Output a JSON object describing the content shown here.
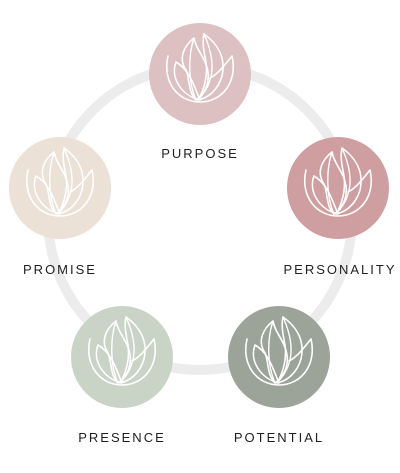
{
  "diagram": {
    "ring_color": "#ececec",
    "icon": "flame-lotus-icon",
    "nodes": [
      {
        "id": "purpose",
        "label": "PURPOSE",
        "color": "#dcc0c2"
      },
      {
        "id": "personality",
        "label": "PERSONALITY",
        "color": "#cf9ea0"
      },
      {
        "id": "potential",
        "label": "POTENTIAL",
        "color": "#9ca49a"
      },
      {
        "id": "presence",
        "label": "PRESENCE",
        "color": "#c9d4c7"
      },
      {
        "id": "promise",
        "label": "PROMISE",
        "color": "#ebe1d6"
      }
    ]
  }
}
